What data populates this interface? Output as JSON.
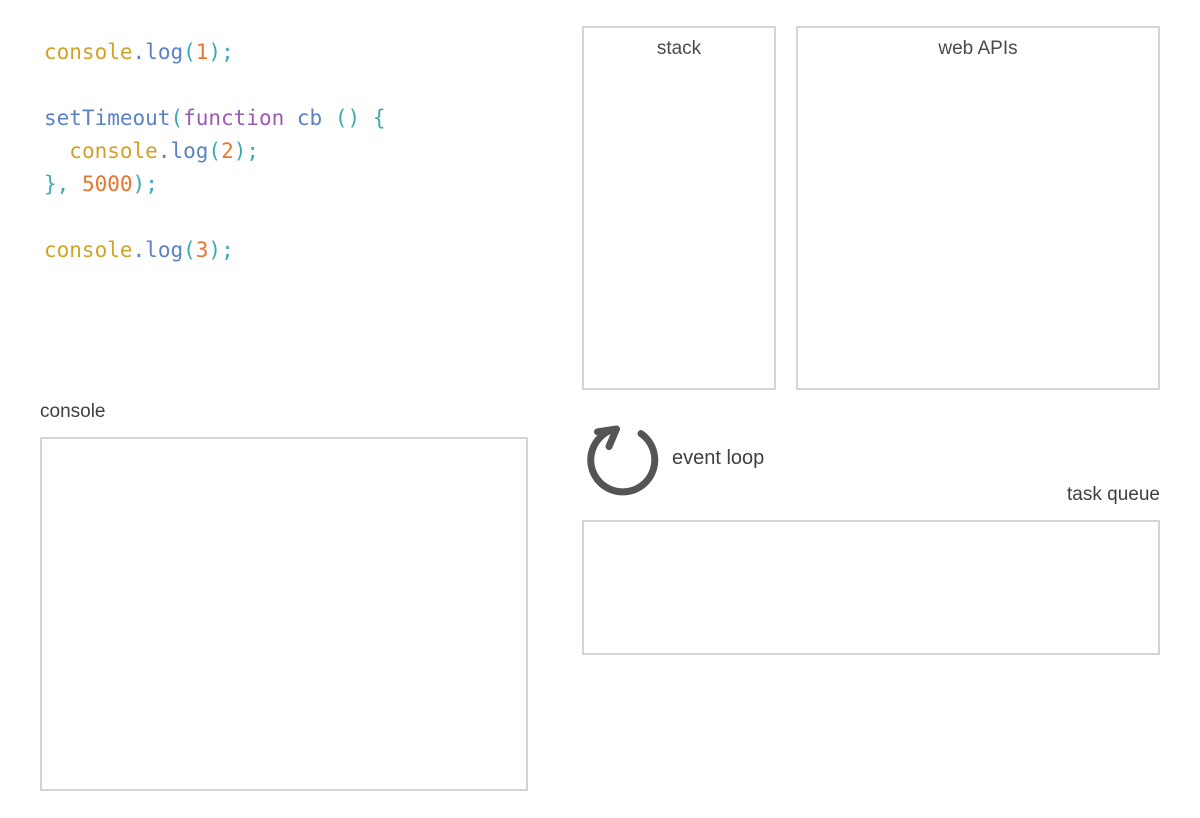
{
  "code": {
    "language": "javascript",
    "lines": [
      {
        "tokens": [
          {
            "t": "console",
            "c": "obj"
          },
          {
            "t": ".",
            "c": "dot"
          },
          {
            "t": "log",
            "c": "prop"
          },
          {
            "t": "(",
            "c": "punc"
          },
          {
            "t": "1",
            "c": "num"
          },
          {
            "t": ")",
            "c": "punc"
          },
          {
            "t": ";",
            "c": "punc"
          }
        ]
      },
      {
        "tokens": []
      },
      {
        "tokens": [
          {
            "t": "setTimeout",
            "c": "fn"
          },
          {
            "t": "(",
            "c": "punc"
          },
          {
            "t": "function",
            "c": "kw"
          },
          {
            "t": " ",
            "c": "punc"
          },
          {
            "t": "cb",
            "c": "param"
          },
          {
            "t": " ",
            "c": "punc"
          },
          {
            "t": "(",
            "c": "punc"
          },
          {
            "t": ")",
            "c": "punc"
          },
          {
            "t": " ",
            "c": "punc"
          },
          {
            "t": "{",
            "c": "punc"
          }
        ]
      },
      {
        "tokens": [
          {
            "t": "  ",
            "c": "punc"
          },
          {
            "t": "console",
            "c": "obj"
          },
          {
            "t": ".",
            "c": "dot"
          },
          {
            "t": "log",
            "c": "prop"
          },
          {
            "t": "(",
            "c": "punc"
          },
          {
            "t": "2",
            "c": "num"
          },
          {
            "t": ")",
            "c": "punc"
          },
          {
            "t": ";",
            "c": "punc"
          }
        ]
      },
      {
        "tokens": [
          {
            "t": "}",
            "c": "punc"
          },
          {
            "t": ",",
            "c": "punc"
          },
          {
            "t": " ",
            "c": "punc"
          },
          {
            "t": "5000",
            "c": "num"
          },
          {
            "t": ")",
            "c": "punc"
          },
          {
            "t": ";",
            "c": "punc"
          }
        ]
      },
      {
        "tokens": []
      },
      {
        "tokens": [
          {
            "t": "console",
            "c": "obj"
          },
          {
            "t": ".",
            "c": "dot"
          },
          {
            "t": "log",
            "c": "prop"
          },
          {
            "t": "(",
            "c": "punc"
          },
          {
            "t": "3",
            "c": "num"
          },
          {
            "t": ")",
            "c": "punc"
          },
          {
            "t": ";",
            "c": "punc"
          }
        ]
      }
    ],
    "plain_text": "console.log(1);\n\nsetTimeout(function cb () {\n  console.log(2);\n}, 5000);\n\nconsole.log(3);"
  },
  "panels": {
    "stack": {
      "label": "stack",
      "label_position": "inside-top-center",
      "frames": []
    },
    "web_apis": {
      "label": "web APIs",
      "label_position": "inside-top-center",
      "items": []
    },
    "console": {
      "label": "console",
      "label_position": "above-left",
      "lines": []
    },
    "task_queue": {
      "label": "task queue",
      "label_position": "above-right",
      "items": []
    }
  },
  "event_loop": {
    "label": "event loop",
    "icon": "circular-arrow-clockwise-icon"
  },
  "colors": {
    "background": "#ffffff",
    "box_border": "#d4d4d4",
    "label_text": "#3f3f3f",
    "box_inner_label_text": "#4a4a4a",
    "event_loop_stroke": "#555555",
    "token_object": "#cfa326",
    "token_property": "#5b82c4",
    "token_function": "#5b82c4",
    "token_keyword": "#9b59b6",
    "token_punctuation": "#3fa9b0",
    "token_number": "#e8762c"
  }
}
